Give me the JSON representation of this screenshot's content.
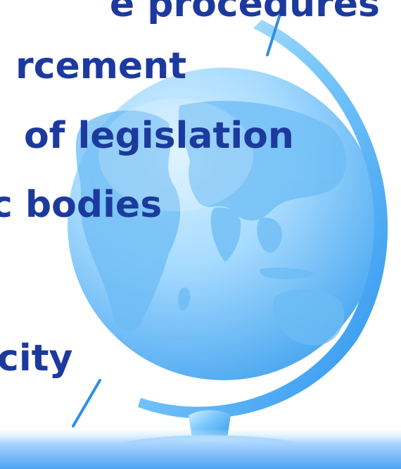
{
  "slide": {
    "lines": [
      "e procedures",
      "rcement",
      "of legislation",
      "c bodies",
      "city"
    ]
  },
  "colors": {
    "text": "#1c3a9e",
    "globe_light": "#c9ebff",
    "globe_dark": "#4aa7f0",
    "stand": "#45b1f7",
    "floor": "#4fa3f4"
  },
  "icons": {
    "globe": "globe-icon",
    "stand": "globe-stand-icon"
  }
}
